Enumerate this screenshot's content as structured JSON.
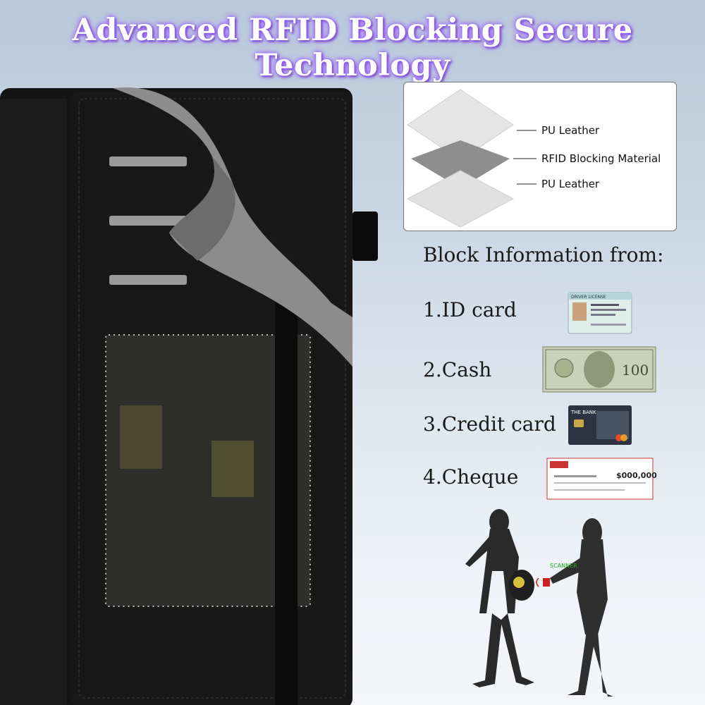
{
  "title": "Advanced RFID Blocking Secure Technology",
  "layers": {
    "top": "PU Leather",
    "middle": "RFID Blocking Material",
    "bottom": "PU Leather"
  },
  "block_heading": "Block Information from:",
  "items": [
    {
      "label": "1.ID card",
      "icon": "id-card"
    },
    {
      "label": "2.Cash",
      "icon": "banknote"
    },
    {
      "label": "3.Credit card",
      "icon": "credit-card"
    },
    {
      "label": "4.Cheque",
      "icon": "cheque"
    }
  ],
  "thumbs": {
    "id_card_header": "DRIVER LICENSE",
    "cash_value": "100",
    "credit_bank": "THE BANK",
    "cheque_amount": "$000,000"
  },
  "scanner_label": "SCANNER",
  "colors": {
    "title_glow": "#8a4dff",
    "wallet": "#151515",
    "lining": "#8c8c8c"
  }
}
